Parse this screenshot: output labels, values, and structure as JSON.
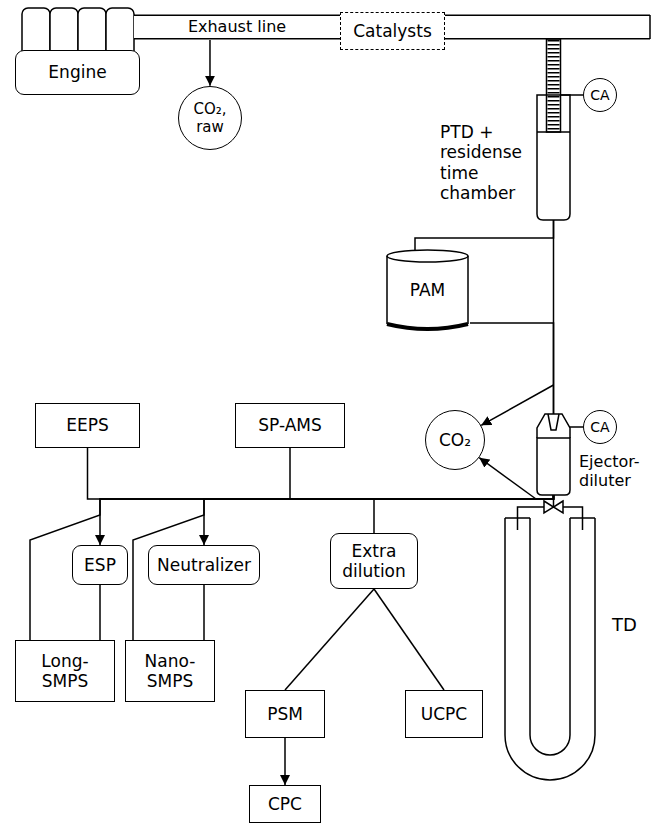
{
  "diagram": {
    "nodes": [
      {
        "text": [
          "Engine"
        ]
      },
      {
        "text": [
          "CO₂, raw"
        ]
      },
      {
        "text": [
          "Catalysts"
        ]
      },
      {
        "text": [
          "CA"
        ]
      },
      {
        "text": [
          "PTD + residense time chamber"
        ]
      },
      {
        "text": [
          "PAM"
        ]
      },
      {
        "text": [
          "CA"
        ]
      },
      {
        "text": [
          "CO₂"
        ]
      },
      {
        "text": [
          "Ejector- diluter"
        ]
      },
      {
        "text": [
          "TD"
        ]
      },
      {
        "text": [
          "EEPS"
        ]
      },
      {
        "text": [
          "SP-AMS"
        ]
      },
      {
        "text": [
          "ESP"
        ]
      },
      {
        "text": [
          "Neutralizer"
        ]
      },
      {
        "text": [
          "Extra dilution"
        ]
      },
      {
        "text": [
          "Long- SMPS"
        ]
      },
      {
        "text": [
          "Nano- SMPS"
        ]
      },
      {
        "text": [
          "PSM"
        ]
      },
      {
        "text": [
          "UCPC"
        ]
      },
      {
        "text": [
          "CPC"
        ]
      }
    ],
    "edges": [
      {
        "from": 0,
        "to": 2,
        "arrow": "none",
        "label": "Exhaust line"
      },
      {
        "from": 2,
        "to": 4,
        "arrow": "none"
      },
      {
        "from": 0,
        "to": 1,
        "arrow": "to"
      },
      {
        "from": 3,
        "to": 4,
        "arrow": "none"
      },
      {
        "from": 4,
        "to": 5,
        "arrow": "none"
      },
      {
        "from": 5,
        "to": 8,
        "arrow": "none"
      },
      {
        "from": 4,
        "to": 8,
        "arrow": "none"
      },
      {
        "from": 4,
        "to": 7,
        "arrow": "to"
      },
      {
        "from": 8,
        "to": 7,
        "arrow": "to"
      },
      {
        "from": 6,
        "to": 8,
        "arrow": "none"
      },
      {
        "from": 8,
        "to": 9,
        "arrow": "none"
      },
      {
        "from": 8,
        "to": 10,
        "arrow": "none"
      },
      {
        "from": 8,
        "to": 11,
        "arrow": "none"
      },
      {
        "from": 8,
        "to": 12,
        "arrow": "to"
      },
      {
        "from": 8,
        "to": 15,
        "arrow": "none"
      },
      {
        "from": 12,
        "to": 15,
        "arrow": "none"
      },
      {
        "from": 8,
        "to": 13,
        "arrow": "to"
      },
      {
        "from": 8,
        "to": 16,
        "arrow": "none"
      },
      {
        "from": 13,
        "to": 16,
        "arrow": "none"
      },
      {
        "from": 8,
        "to": 14,
        "arrow": "none"
      },
      {
        "from": 14,
        "to": 17,
        "arrow": "none"
      },
      {
        "from": 14,
        "to": 18,
        "arrow": "none"
      },
      {
        "from": 17,
        "to": 19,
        "arrow": "to"
      }
    ]
  }
}
